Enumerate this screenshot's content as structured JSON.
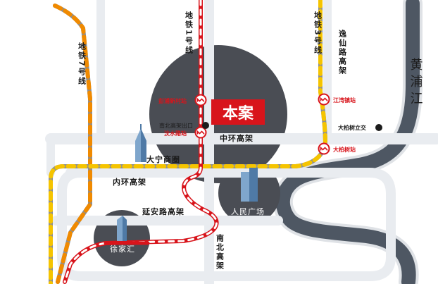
{
  "metro_lines": {
    "line1": "地铁1号线",
    "line3": "地铁3号线",
    "line7": "地铁7号线"
  },
  "roads": {
    "yixian": "逸仙路高架",
    "zhonghuan": "中环高架",
    "neihuan": "内环高架",
    "yanan": "延安路高架",
    "nanbei": "南北高架"
  },
  "river": "黄浦江",
  "stations": {
    "pengpu": "彭浦新村站",
    "wenshui": "汶水路站",
    "jiangwan": "江湾镇站",
    "dabaishu": "大柏树站"
  },
  "points": {
    "nanbei_exit": "南北高架出口",
    "dabaishu_overpass": "大柏树立交"
  },
  "target": {
    "label": "本案",
    "color": "#d8141b"
  },
  "landmarks": {
    "ningguo": "大宁商圈",
    "peoples_square": "人民广场",
    "xujiahui": "徐家汇"
  },
  "colors": {
    "metro_red": "#d8141b",
    "metro_yellow": "#f5c400",
    "metro_orange": "#f08a00",
    "road": "#e9ecf0",
    "river": "#4e5763",
    "circle": "#4a4d54"
  }
}
